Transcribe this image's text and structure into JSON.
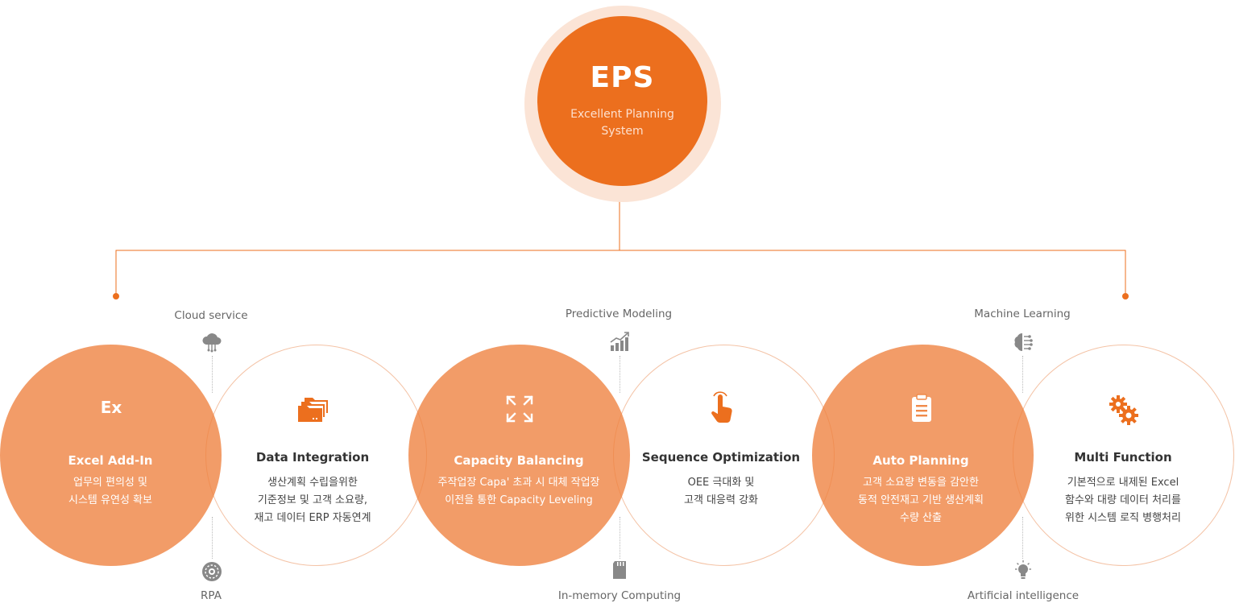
{
  "hub": {
    "title": "EPS",
    "subtitle": "Excellent Planning\nSystem"
  },
  "colors": {
    "primary": "#ec6f1e",
    "primary_light": "#fbe4d6",
    "fill": "#ee803e",
    "text_gray": "#666666"
  },
  "features": [
    {
      "icon": "ex-text-icon",
      "icon_text": "Ex",
      "title": "Excel Add-In",
      "desc": "업무의 편의성 및\n시스템 유연성 확보",
      "style": "filled"
    },
    {
      "icon": "folders-icon",
      "title": "Data Integration",
      "desc": "생산계획 수립을위한\n기준정보 및 고객 소요량,\n재고 데이터 ERP 자동연계",
      "style": "outline"
    },
    {
      "icon": "expand-arrows-icon",
      "title": "Capacity Balancing",
      "desc": "주작업장 Capa' 초과 시 대체 작업장\n이전을 통한 Capacity Leveling",
      "style": "filled"
    },
    {
      "icon": "pointer-hand-icon",
      "title": "Sequence Optimization",
      "desc": "OEE 극대화 및\n고객 대응력 강화",
      "style": "outline"
    },
    {
      "icon": "clipboard-icon",
      "title": "Auto Planning",
      "desc": "고객 소요량 변동을 감안한\n동적 안전재고 기반 생산계획\n수량 산출",
      "style": "filled"
    },
    {
      "icon": "gears-icon",
      "title": "Multi Function",
      "desc": "기본적으로 내제된 Excel\n함수와 대량 데이터 처리를\n위한 시스템 로직 병행처리",
      "style": "outline"
    }
  ],
  "technologies": {
    "top": [
      {
        "label": "Cloud service",
        "icon": "cloud-network-icon"
      },
      {
        "label": "Predictive Modeling",
        "icon": "growth-chart-icon"
      },
      {
        "label": "Machine Learning",
        "icon": "ai-brain-icon"
      }
    ],
    "bottom": [
      {
        "label": "RPA",
        "icon": "robot-process-icon"
      },
      {
        "label": "In-memory Computing",
        "icon": "memory-card-icon"
      },
      {
        "label": "Artificial intelligence",
        "icon": "lightbulb-icon"
      }
    ]
  }
}
